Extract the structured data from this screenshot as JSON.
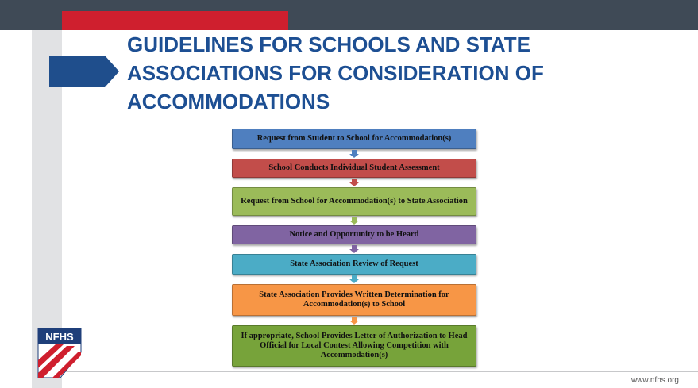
{
  "title": "GUIDELINES FOR SCHOOLS AND STATE ASSOCIATIONS FOR CONSIDERATION OF ACCOMMODATIONS",
  "logo_text": "NFHS",
  "footer_url": "www.nfhs.org",
  "flow_steps": [
    {
      "label": "Request from Student to School for Accommodation(s)",
      "color": "#4f7fbf"
    },
    {
      "label": "School Conducts Individual Student Assessment",
      "color": "#c24d4a"
    },
    {
      "label": "Request from School for Accommodation(s) to State Association",
      "color": "#9bbb59"
    },
    {
      "label": "Notice and Opportunity to be Heard",
      "color": "#8064a2"
    },
    {
      "label": "State Association Review of Request",
      "color": "#4bacc6"
    },
    {
      "label": "State Association Provides Written Determination for Accommodation(s) to School",
      "color": "#f79646"
    },
    {
      "label": "If appropriate, School Provides Letter of Authorization to Head Official for Local Contest Allowing Competition with Accommodation(s)",
      "color": "#77a33a"
    }
  ],
  "colors": {
    "title": "#1d4f93",
    "topbar": "#3f4a56",
    "accent_red": "#cf1f2e",
    "arrow_tab": "#1f4e8c"
  }
}
